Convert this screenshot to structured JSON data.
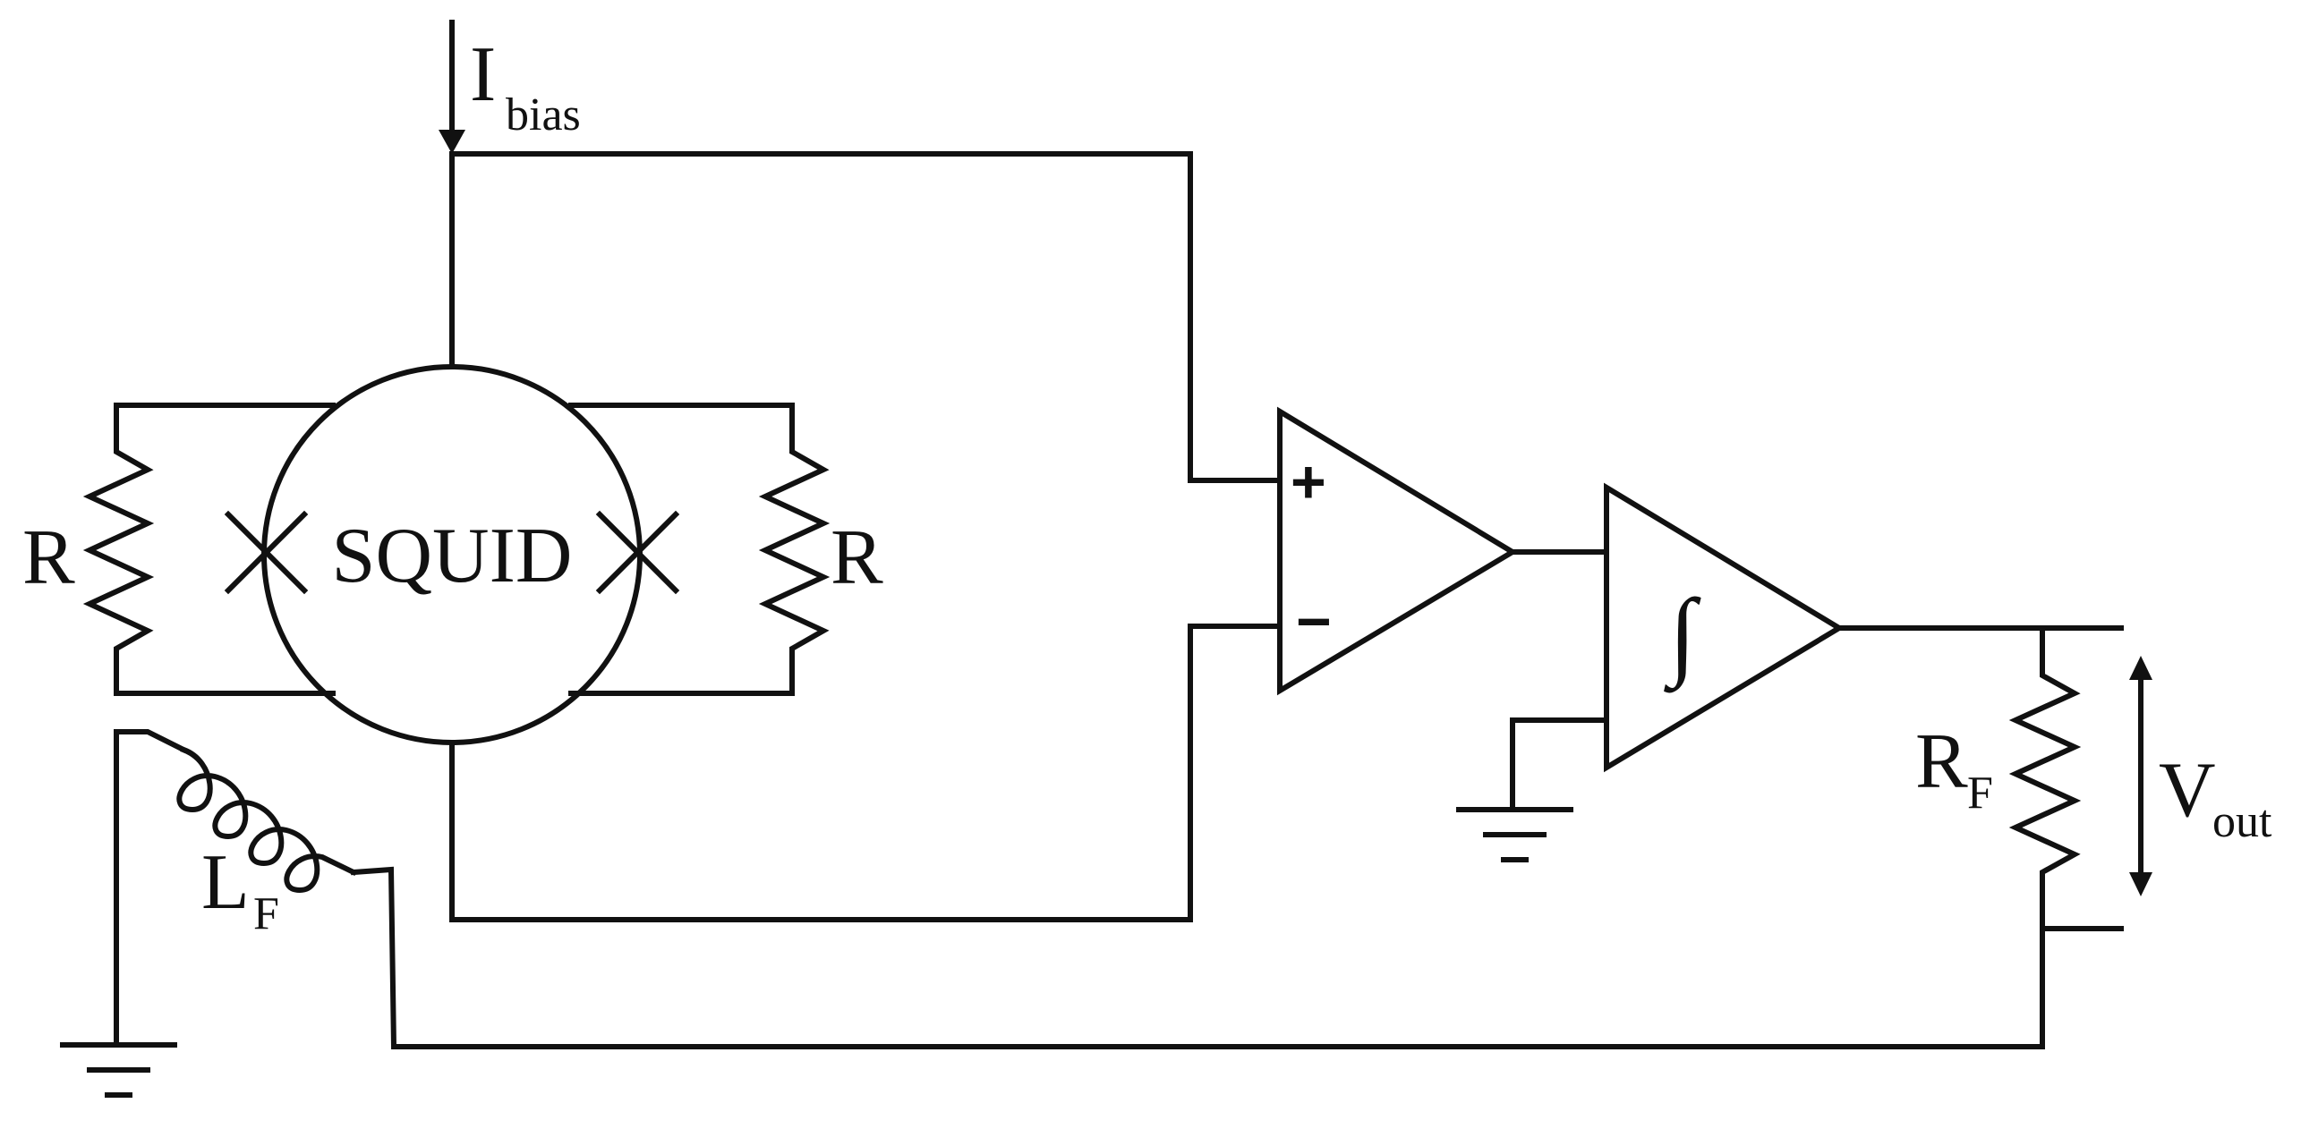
{
  "labels": {
    "bias_main": "I",
    "bias_sub": "bias",
    "squid": "SQUID",
    "shunt_left": "R",
    "shunt_right": "R",
    "inductor_main": "L",
    "inductor_sub": "F",
    "feedback_main": "R",
    "feedback_sub": "F",
    "vout_main": "V",
    "vout_sub": "out",
    "opamp_plus": "+",
    "opamp_minus": "−",
    "integrator": "∫"
  },
  "colors": {
    "line": "#111111",
    "background": "#ffffff"
  },
  "icons": [
    "josephson-junction-icon",
    "resistor-icon",
    "inductor-icon",
    "ground-icon",
    "opamp-icon",
    "integrator-icon"
  ]
}
